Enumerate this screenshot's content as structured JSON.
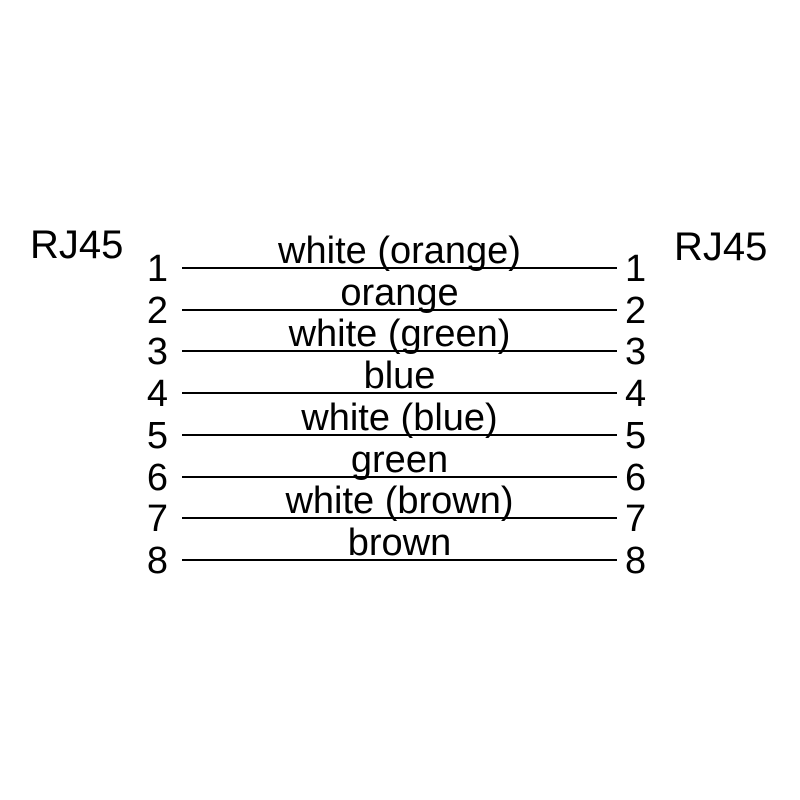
{
  "diagram": {
    "left_connector_label": "RJ45",
    "right_connector_label": "RJ45",
    "rows": [
      {
        "left_pin": "1",
        "right_pin": "1",
        "label": "white (orange)"
      },
      {
        "left_pin": "2",
        "right_pin": "2",
        "label": "orange"
      },
      {
        "left_pin": "3",
        "right_pin": "3",
        "label": "white (green)"
      },
      {
        "left_pin": "4",
        "right_pin": "4",
        "label": "blue"
      },
      {
        "left_pin": "5",
        "right_pin": "5",
        "label": "white (blue)"
      },
      {
        "left_pin": "6",
        "right_pin": "6",
        "label": "green"
      },
      {
        "left_pin": "7",
        "right_pin": "7",
        "label": "white (brown)"
      },
      {
        "left_pin": "8",
        "right_pin": "8",
        "label": "brown"
      }
    ],
    "line_color": "#000000"
  }
}
